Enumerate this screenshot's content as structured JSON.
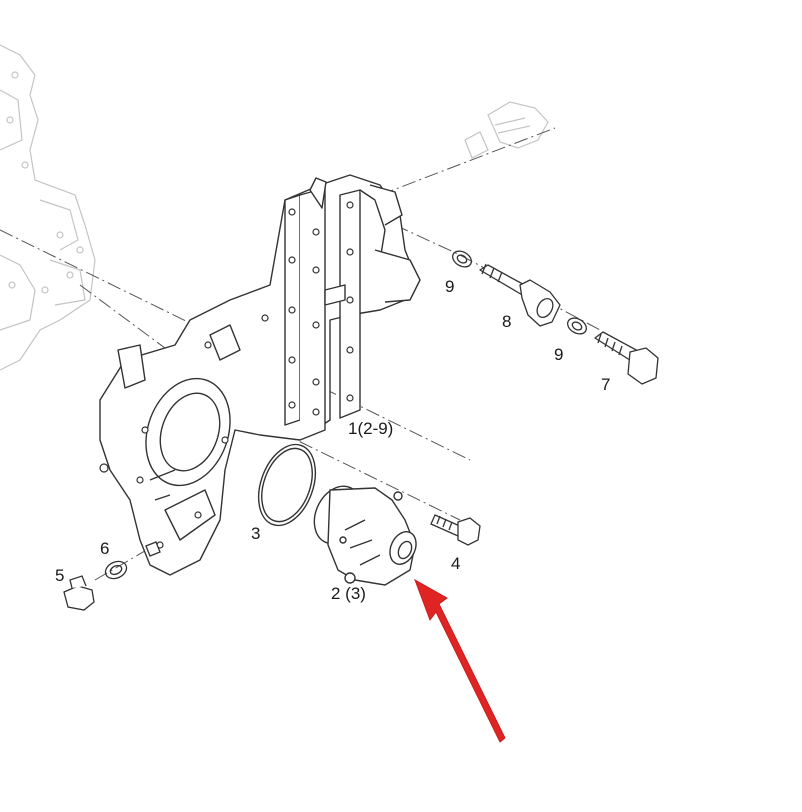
{
  "callouts": {
    "part_1": "1(2-9)",
    "part_2": "2 (3)",
    "part_3": "3",
    "part_4": "4",
    "part_5": "5",
    "part_6": "6",
    "part_7": "7",
    "part_8": "8",
    "part_9_upper": "9",
    "part_9_lower": "9"
  },
  "colors": {
    "line": "#333333",
    "faded_line": "#bdbdbd",
    "arrow": "#e02424"
  }
}
